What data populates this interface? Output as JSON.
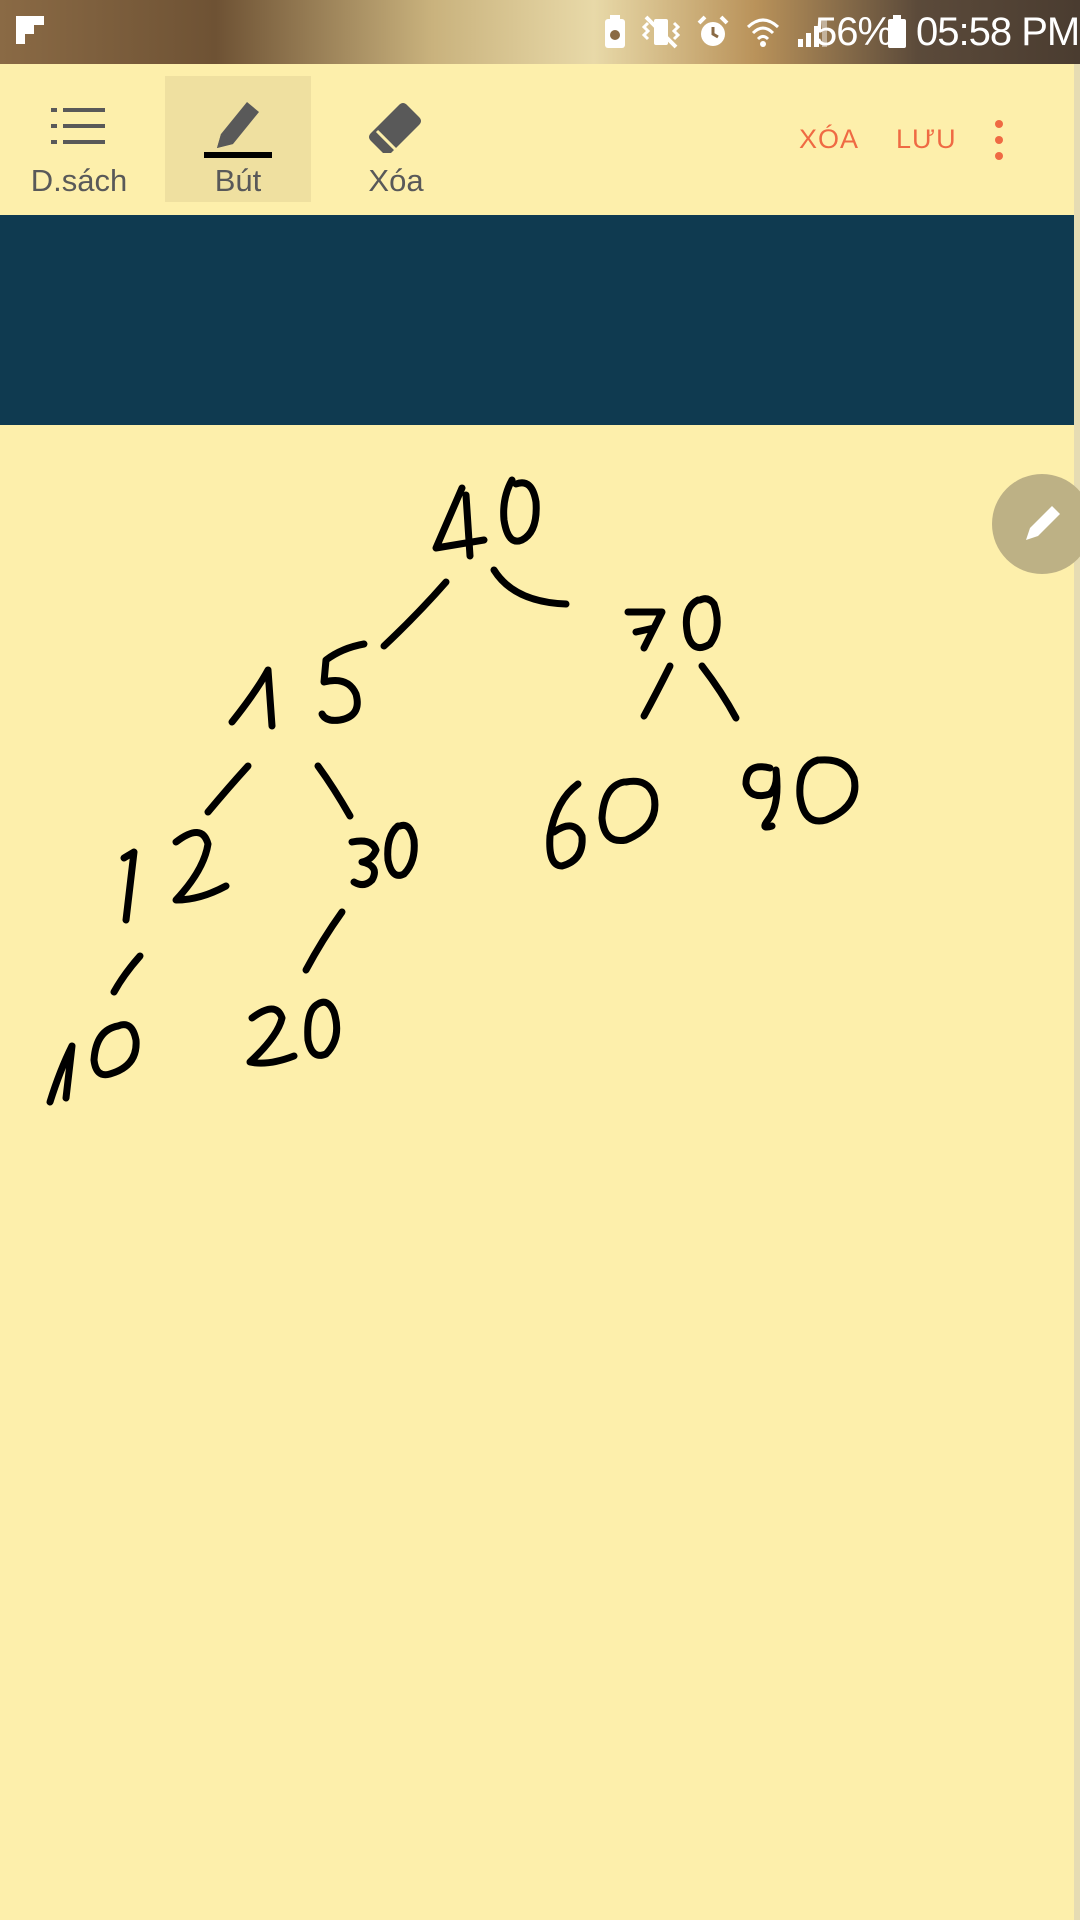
{
  "status_bar": {
    "battery_percent": "56%",
    "time": "05:58 PM",
    "icons": [
      "app-logo-icon",
      "battery-saver-icon",
      "vibrate-mute-icon",
      "alarm-icon",
      "wifi-icon",
      "signal-icon",
      "battery-icon"
    ]
  },
  "toolbar": {
    "tools": [
      {
        "label": "D.sách",
        "icon": "list-icon"
      },
      {
        "label": "Bút",
        "icon": "pen-icon",
        "active": true
      },
      {
        "label": "Xóa",
        "icon": "eraser-icon"
      }
    ],
    "clear_label": "XÓA",
    "save_label": "LƯU",
    "more_icon": "more-vertical-icon"
  },
  "colors": {
    "paper": "#fdefab",
    "banner": "#0f3a50",
    "accent": "#ef6a43",
    "ink": "#000000"
  },
  "canvas": {
    "handwritten_tree": {
      "root": "40",
      "nodes": [
        "40",
        "15",
        "70",
        "12",
        "30",
        "60",
        "90",
        "10",
        "20"
      ],
      "edges": [
        [
          "40",
          "15"
        ],
        [
          "40",
          "70"
        ],
        [
          "15",
          "12"
        ],
        [
          "15",
          "30"
        ],
        [
          "70",
          "60"
        ],
        [
          "70",
          "90"
        ],
        [
          "12",
          "10"
        ],
        [
          "30",
          "20"
        ]
      ]
    }
  },
  "fab_icon": "edit-pencil-icon"
}
